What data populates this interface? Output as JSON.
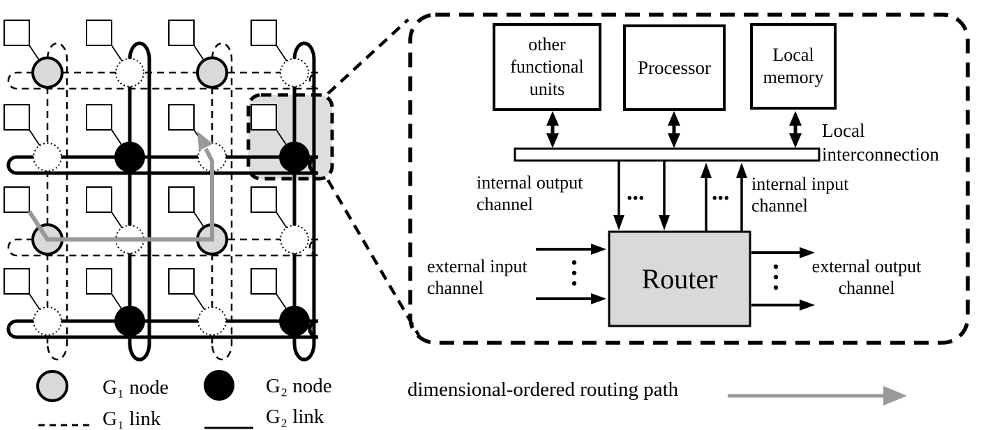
{
  "mesh": {
    "grid": {
      "rows": 4,
      "cols": 4,
      "node_types": [
        [
          "g1",
          "plain",
          "g1",
          "plain"
        ],
        [
          "plain",
          "g2",
          "plain",
          "g2"
        ],
        [
          "g1",
          "plain",
          "g1",
          "plain"
        ],
        [
          "plain",
          "g2",
          "plain",
          "g2"
        ]
      ],
      "row_link_types": [
        "g1",
        "g2",
        "g1",
        "g2"
      ],
      "col_link_types": [
        "g1",
        "g2",
        "g1",
        "g2"
      ],
      "highlighted_node": {
        "row": 1,
        "col": 3
      }
    }
  },
  "node_detail": {
    "units": [
      {
        "label": "other\nfunctional\nunits"
      },
      {
        "label": "Processor"
      },
      {
        "label": "Local\nmemory"
      }
    ],
    "bus_label": "Local\ninterconnection",
    "router_label": "Router",
    "ellipsis": "...",
    "channels": {
      "internal_output": "internal output\nchannel",
      "internal_input": "internal input\nchannel",
      "external_input": "external input\nchannel",
      "external_output": "external output\nchannel"
    }
  },
  "legend": {
    "g1_node": "G₁ node",
    "g2_node": "G₂ node",
    "g1_link": "G₁ link",
    "g2_link": "G₂ link",
    "routing_path": "dimensional-ordered routing path"
  },
  "colors": {
    "g1_node_fill": "#d9d9d9",
    "g2_node_fill": "#000000",
    "router_fill": "#d9d9d9",
    "highlight_fill": "#dedede",
    "routing_path": "#999999"
  }
}
